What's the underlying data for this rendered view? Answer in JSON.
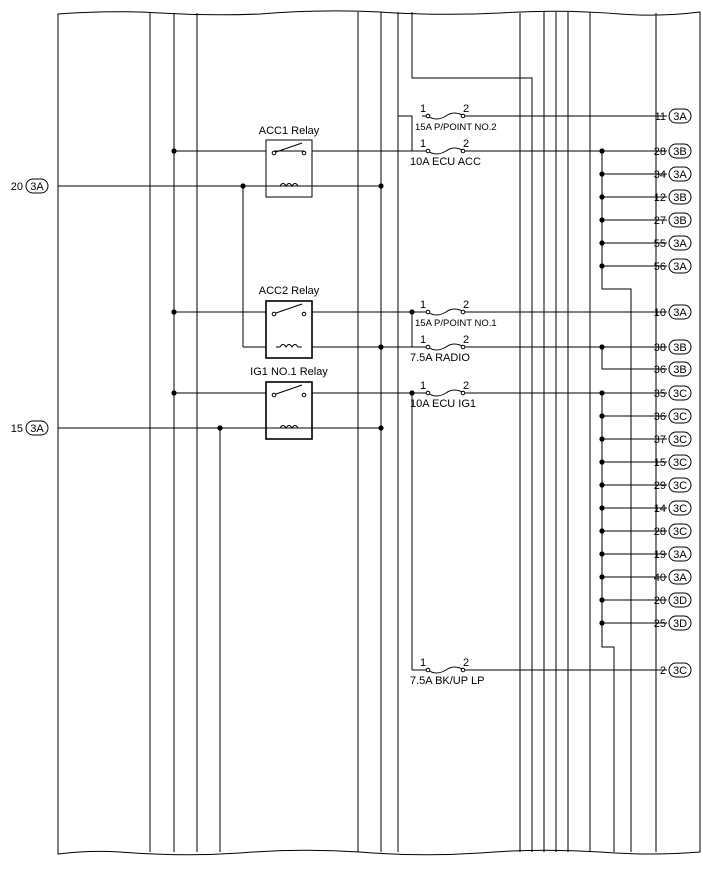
{
  "relays": [
    {
      "id": "acc1",
      "label": "ACC1 Relay"
    },
    {
      "id": "acc2",
      "label": "ACC2 Relay"
    },
    {
      "id": "ig1",
      "label": "IG1 NO.1 Relay"
    }
  ],
  "inputs": [
    {
      "pin": "20",
      "conn": "3A"
    },
    {
      "pin": "15",
      "conn": "3A"
    }
  ],
  "fuses": [
    {
      "id": "ppoint2",
      "label": "15A P/POINT NO.2",
      "pin1": "1",
      "pin2": "2"
    },
    {
      "id": "ecuacc",
      "label": "10A ECU ACC",
      "pin1": "1",
      "pin2": "2"
    },
    {
      "id": "ppoint1",
      "label": "15A P/POINT NO.1",
      "pin1": "1",
      "pin2": "2"
    },
    {
      "id": "radio",
      "label": "7.5A RADIO",
      "pin1": "1",
      "pin2": "2"
    },
    {
      "id": "ecuig1",
      "label": "10A ECU IG1",
      "pin1": "1",
      "pin2": "2"
    },
    {
      "id": "bkuplp",
      "label": "7.5A BK/UP LP",
      "pin1": "1",
      "pin2": "2"
    }
  ],
  "outputs": [
    {
      "pin": "11",
      "conn": "3A"
    },
    {
      "pin": "28",
      "conn": "3B"
    },
    {
      "pin": "34",
      "conn": "3A"
    },
    {
      "pin": "12",
      "conn": "3B"
    },
    {
      "pin": "27",
      "conn": "3B"
    },
    {
      "pin": "55",
      "conn": "3A"
    },
    {
      "pin": "56",
      "conn": "3A"
    },
    {
      "pin": "10",
      "conn": "3A"
    },
    {
      "pin": "38",
      "conn": "3B"
    },
    {
      "pin": "36",
      "conn": "3B"
    },
    {
      "pin": "35",
      "conn": "3C"
    },
    {
      "pin": "36",
      "conn": "3C"
    },
    {
      "pin": "37",
      "conn": "3C"
    },
    {
      "pin": "15",
      "conn": "3C"
    },
    {
      "pin": "29",
      "conn": "3C"
    },
    {
      "pin": "14",
      "conn": "3C"
    },
    {
      "pin": "28",
      "conn": "3C"
    },
    {
      "pin": "19",
      "conn": "3A"
    },
    {
      "pin": "40",
      "conn": "3A"
    },
    {
      "pin": "20",
      "conn": "3D"
    },
    {
      "pin": "25",
      "conn": "3D"
    },
    {
      "pin": "2",
      "conn": "3C"
    }
  ]
}
